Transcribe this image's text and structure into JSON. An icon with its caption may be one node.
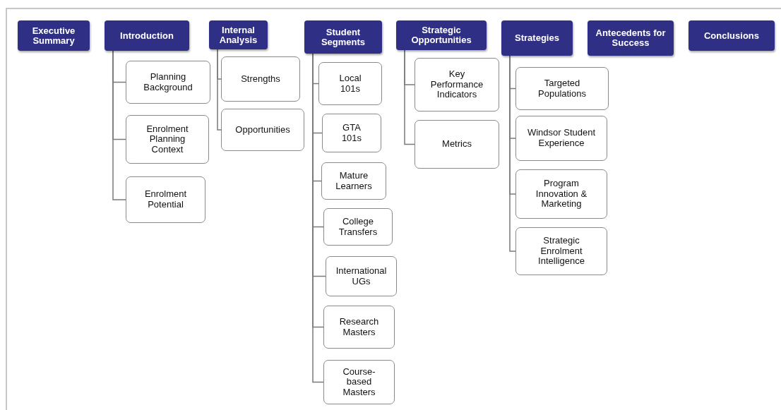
{
  "diagram": {
    "nodes": [
      {
        "text": [
          "Executive Summary"
        ]
      },
      {
        "text": [
          "Introduction"
        ]
      },
      {
        "text": [
          "Internal Analysis"
        ]
      },
      {
        "text": [
          "Student Segments"
        ]
      },
      {
        "text": [
          "Strategic Opportunities"
        ]
      },
      {
        "text": [
          "Strategies"
        ]
      },
      {
        "text": [
          "Antecedents for Success"
        ]
      },
      {
        "text": [
          "Conclusions"
        ]
      },
      {
        "text": [
          "Planning Background"
        ]
      },
      {
        "text": [
          "Enrolment Planning Context"
        ]
      },
      {
        "text": [
          "Enrolment Potential"
        ]
      },
      {
        "text": [
          "Strengths"
        ]
      },
      {
        "text": [
          "Opportunities"
        ]
      },
      {
        "text": [
          "Local 101s"
        ]
      },
      {
        "text": [
          "GTA 101s"
        ]
      },
      {
        "text": [
          "Mature Learners"
        ]
      },
      {
        "text": [
          "College Transfers"
        ]
      },
      {
        "text": [
          "International UGs"
        ]
      },
      {
        "text": [
          "Research Masters"
        ]
      },
      {
        "text": [
          "Course-based Masters"
        ]
      },
      {
        "text": [
          "Key Performance Indicators"
        ]
      },
      {
        "text": [
          "Metrics"
        ]
      },
      {
        "text": [
          "Targeted Populations"
        ]
      },
      {
        "text": [
          "Windsor Student Experience"
        ]
      },
      {
        "text": [
          "Program Innovation & Marketing"
        ]
      },
      {
        "text": [
          "Strategic Enrolment Intelligence"
        ]
      }
    ],
    "edges": [
      {
        "from": 1,
        "to": 8,
        "arrow": "none"
      },
      {
        "from": 1,
        "to": 9,
        "arrow": "none"
      },
      {
        "from": 1,
        "to": 10,
        "arrow": "none"
      },
      {
        "from": 2,
        "to": 11,
        "arrow": "none"
      },
      {
        "from": 2,
        "to": 12,
        "arrow": "none"
      },
      {
        "from": 3,
        "to": 13,
        "arrow": "none"
      },
      {
        "from": 3,
        "to": 14,
        "arrow": "none"
      },
      {
        "from": 3,
        "to": 15,
        "arrow": "none"
      },
      {
        "from": 3,
        "to": 16,
        "arrow": "none"
      },
      {
        "from": 3,
        "to": 17,
        "arrow": "none"
      },
      {
        "from": 3,
        "to": 18,
        "arrow": "none"
      },
      {
        "from": 3,
        "to": 19,
        "arrow": "none"
      },
      {
        "from": 4,
        "to": 20,
        "arrow": "none"
      },
      {
        "from": 4,
        "to": 21,
        "arrow": "none"
      },
      {
        "from": 5,
        "to": 22,
        "arrow": "none"
      },
      {
        "from": 5,
        "to": 23,
        "arrow": "none"
      },
      {
        "from": 5,
        "to": 24,
        "arrow": "none"
      },
      {
        "from": 5,
        "to": 25,
        "arrow": "none"
      }
    ]
  }
}
